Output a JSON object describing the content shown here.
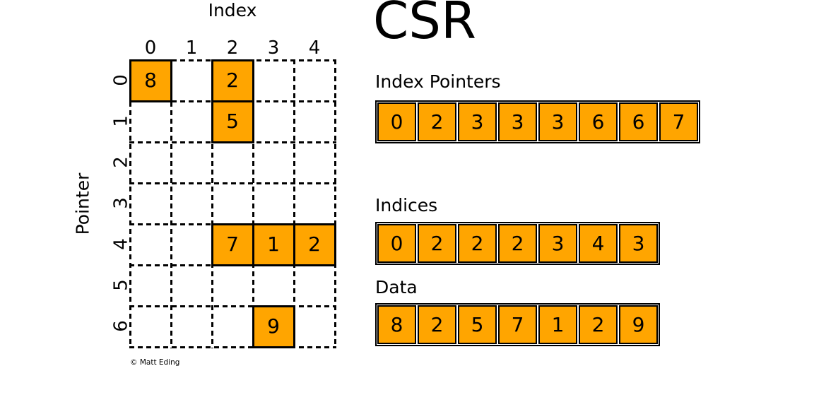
{
  "diagram_title": "CSR",
  "watermark": "© Matt Eding",
  "colors": {
    "cell_fill": "#FFA500",
    "line": "#000000",
    "background": "#FFFFFF"
  },
  "matrix": {
    "x_axis_title": "Index",
    "y_axis_title": "Pointer",
    "col_labels": [
      "0",
      "1",
      "2",
      "3",
      "4"
    ],
    "row_labels": [
      "0",
      "1",
      "2",
      "3",
      "4",
      "5",
      "6"
    ],
    "filled_cells": [
      {
        "row": 0,
        "col": 0,
        "value": "8"
      },
      {
        "row": 0,
        "col": 2,
        "value": "2"
      },
      {
        "row": 1,
        "col": 2,
        "value": "5"
      },
      {
        "row": 4,
        "col": 2,
        "value": "7"
      },
      {
        "row": 4,
        "col": 3,
        "value": "1"
      },
      {
        "row": 4,
        "col": 4,
        "value": "2"
      },
      {
        "row": 6,
        "col": 3,
        "value": "9"
      }
    ]
  },
  "arrays": [
    {
      "label": "Index Pointers",
      "values": [
        "0",
        "2",
        "3",
        "3",
        "3",
        "6",
        "6",
        "7"
      ]
    },
    {
      "label": "Indices",
      "values": [
        "0",
        "2",
        "2",
        "2",
        "3",
        "4",
        "3"
      ]
    },
    {
      "label": "Data",
      "values": [
        "8",
        "2",
        "5",
        "7",
        "1",
        "2",
        "9"
      ]
    }
  ]
}
